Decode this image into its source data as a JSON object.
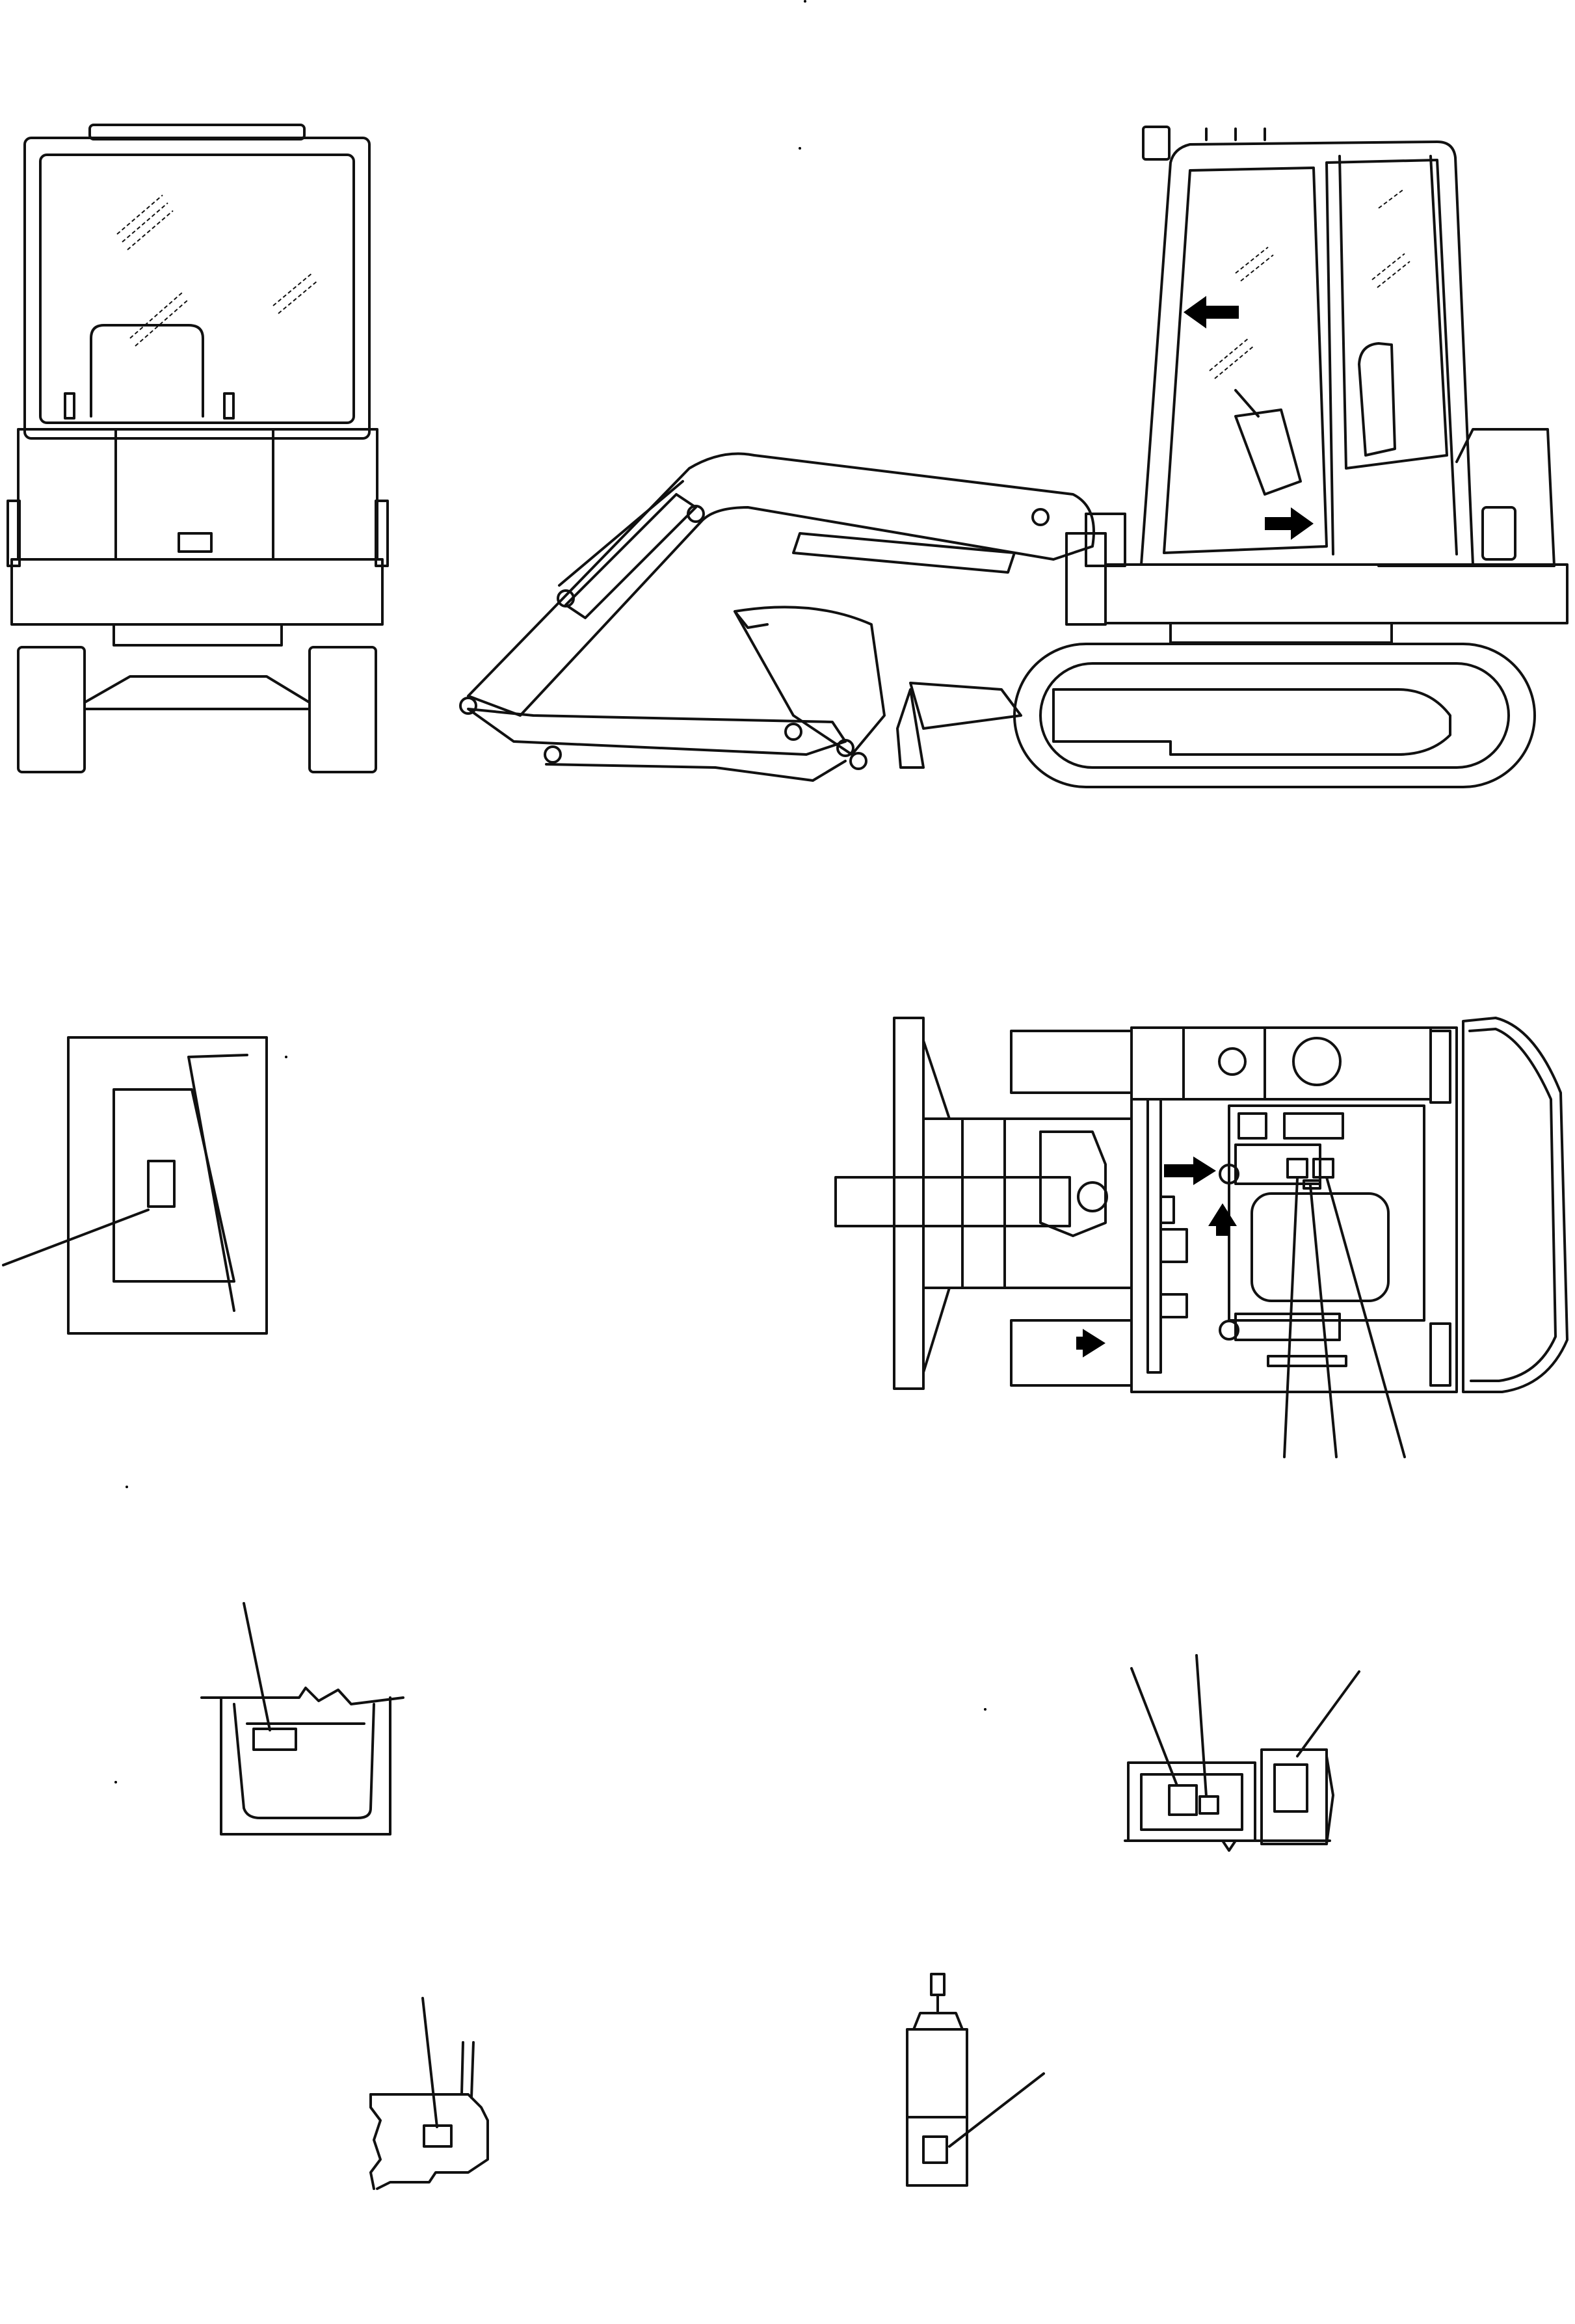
{
  "figure": {
    "views": [
      "front-view",
      "side-view",
      "seat-detail",
      "top-view",
      "lower-frame-detail",
      "console-detail",
      "corner-detail",
      "lever-detail"
    ],
    "decal_icon": "rectangle-decal-icon",
    "arrow_icon": "black-arrow-icon",
    "line_color": "#111111",
    "background_color": "#ffffff"
  }
}
